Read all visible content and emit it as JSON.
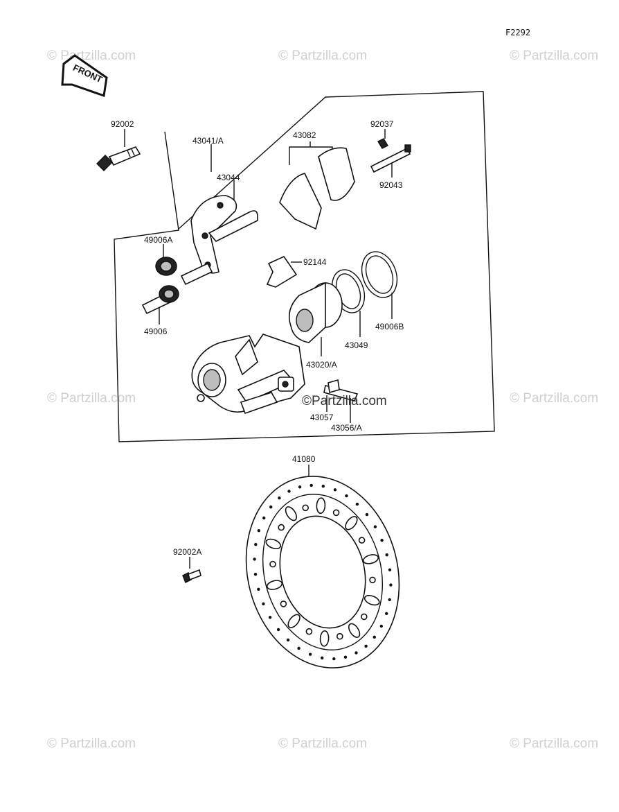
{
  "figure_code": "F2292",
  "front_arrow_label": "FRONT",
  "watermark_text": "© Partzilla.com",
  "watermark_center_text": "©Partzilla.com",
  "part_labels": {
    "p92002": "92002",
    "p43041A": "43041/A",
    "p43082": "43082",
    "p92037": "92037",
    "p92043": "92043",
    "p43044": "43044",
    "p49006A": "49006A",
    "p92144": "92144",
    "p49006": "49006",
    "p49006B": "49006B",
    "p43049": "43049",
    "p43020A": "43020/A",
    "p43057": "43057",
    "p43056A": "43056/A",
    "p41080": "41080",
    "p92002A": "92002A"
  }
}
